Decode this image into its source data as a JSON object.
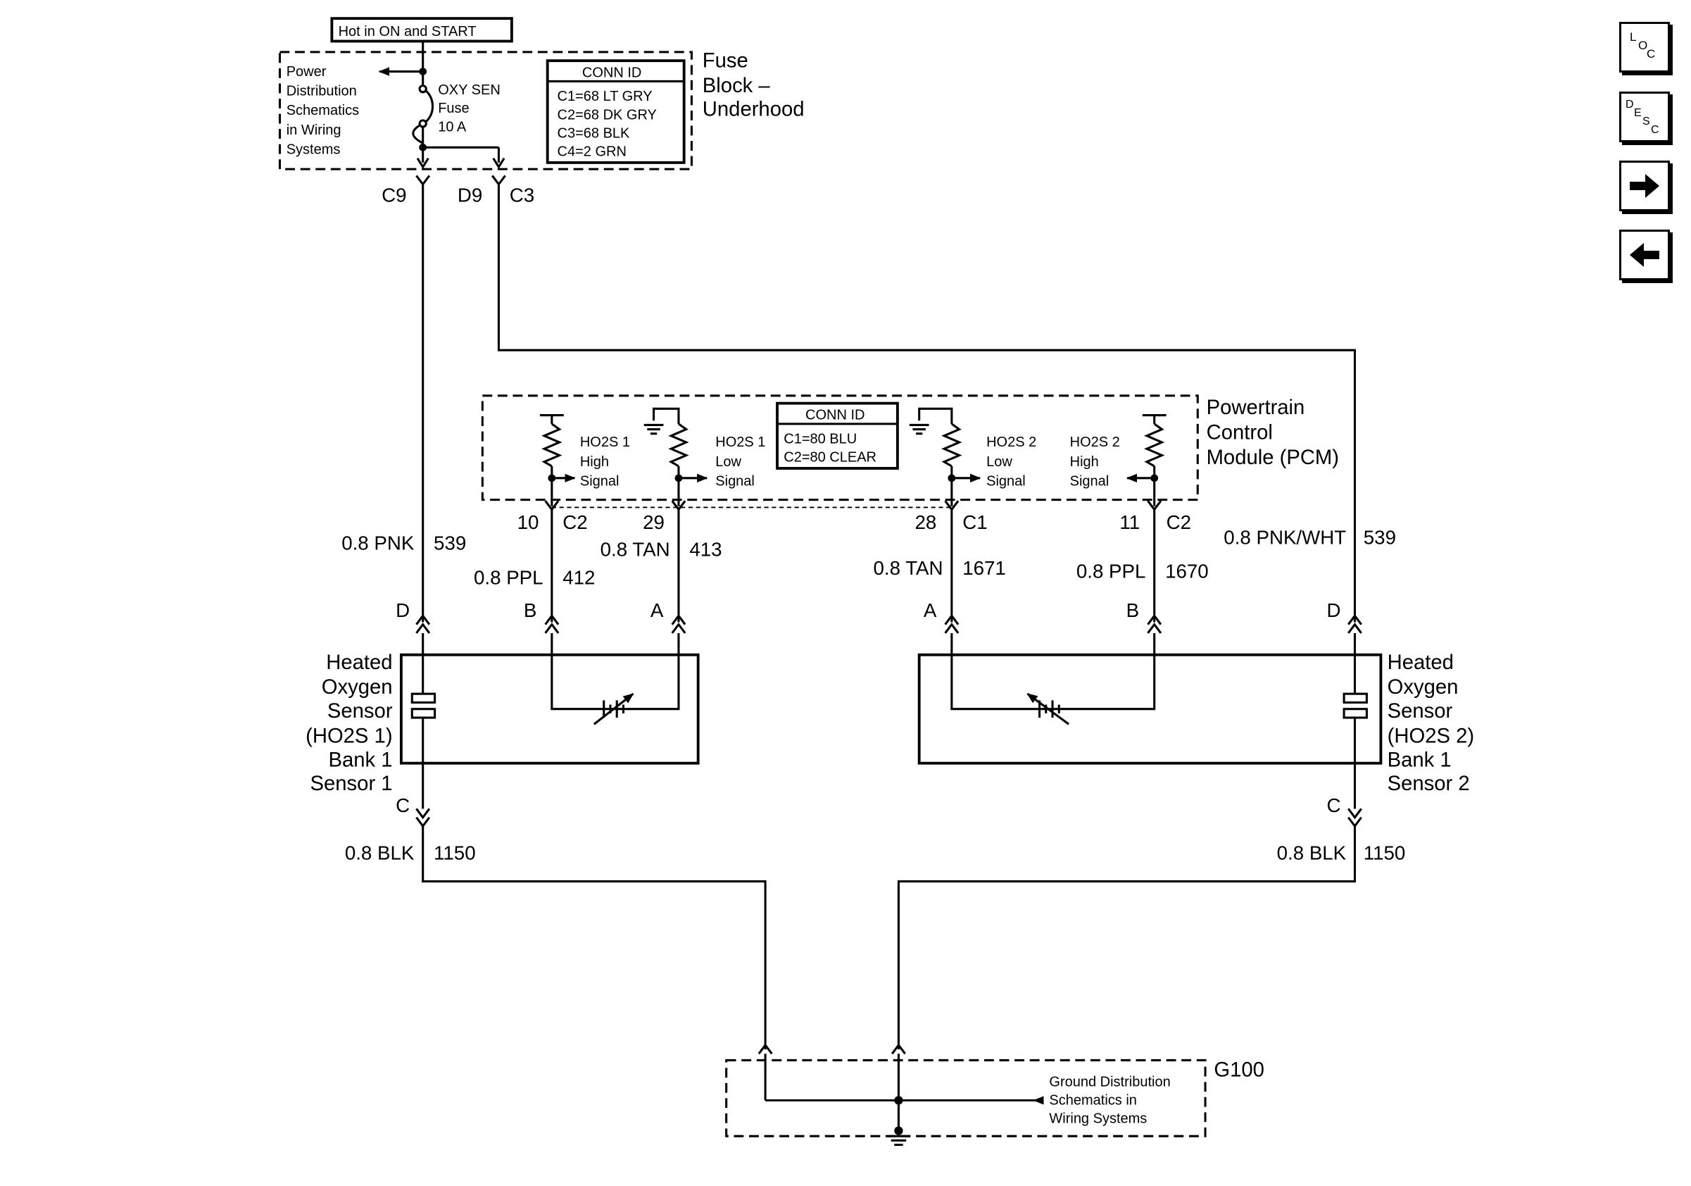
{
  "colors": {
    "line": "#000000",
    "background": "#ffffff"
  },
  "fuse_block": {
    "hot_label": "Hot in ON and START",
    "name_line1": "Fuse",
    "name_line2": "Block –",
    "name_line3": "Underhood",
    "power_ref": [
      "Power",
      "Distribution",
      "Schematics",
      "in Wiring",
      "Systems"
    ],
    "fuse": [
      "OXY SEN",
      "Fuse",
      "10 A"
    ],
    "conn_title": "CONN ID",
    "conn_rows": [
      "C1=68 LT GRY",
      "C2=68 DK GRY",
      "C3=68 BLK",
      "C4=2 GRN"
    ],
    "pin_c9": "C9",
    "pin_d9": "D9",
    "pin_c3": "C3"
  },
  "pcm": {
    "name": [
      "Powertrain",
      "Control",
      "Module (PCM)"
    ],
    "conn_title": "CONN ID",
    "conn_rows": [
      "C1=80 BLU",
      "C2=80 CLEAR"
    ],
    "s1_high": [
      "HO2S 1",
      "High",
      "Signal"
    ],
    "s1_low": [
      "HO2S 1",
      "Low",
      "Signal"
    ],
    "s2_low": [
      "HO2S 2",
      "Low",
      "Signal"
    ],
    "s2_high": [
      "HO2S 2",
      "High",
      "Signal"
    ],
    "pin_10": "10",
    "pin_10_conn": "C2",
    "pin_29": "29",
    "pin_28": "28",
    "pin_28_conn": "C1",
    "pin_11": "11",
    "pin_11_conn": "C2"
  },
  "wires": {
    "w539_left": {
      "color": "0.8 PNK",
      "circuit": "539"
    },
    "w412": {
      "color": "0.8 PPL",
      "circuit": "412"
    },
    "w413": {
      "color": "0.8 TAN",
      "circuit": "413"
    },
    "w1671": {
      "color": "0.8 TAN",
      "circuit": "1671"
    },
    "w1670": {
      "color": "0.8 PPL",
      "circuit": "1670"
    },
    "w539_right": {
      "color": "0.8 PNK/WHT",
      "circuit": "539"
    },
    "w1150_left": {
      "color": "0.8 BLK",
      "circuit": "1150"
    },
    "w1150_right": {
      "color": "0.8 BLK",
      "circuit": "1150"
    }
  },
  "sensor1": {
    "name": [
      "Heated",
      "Oxygen",
      "Sensor",
      "(HO2S 1)",
      "Bank 1",
      "Sensor 1"
    ],
    "pin_d": "D",
    "pin_b": "B",
    "pin_a": "A",
    "pin_c": "C"
  },
  "sensor2": {
    "name": [
      "Heated",
      "Oxygen",
      "Sensor",
      "(HO2S 2)",
      "Bank 1",
      "Sensor 2"
    ],
    "pin_a": "A",
    "pin_b": "B",
    "pin_d": "D",
    "pin_c": "C"
  },
  "ground": {
    "name": "G100",
    "ref": [
      "Ground Distribution",
      "Schematics in",
      "Wiring Systems"
    ]
  },
  "nav": {
    "loc": [
      "L",
      "O",
      "C"
    ],
    "desc": [
      "D",
      "E",
      "S",
      "C"
    ],
    "next_icon": "arrow-right-icon",
    "prev_icon": "arrow-left-icon"
  }
}
